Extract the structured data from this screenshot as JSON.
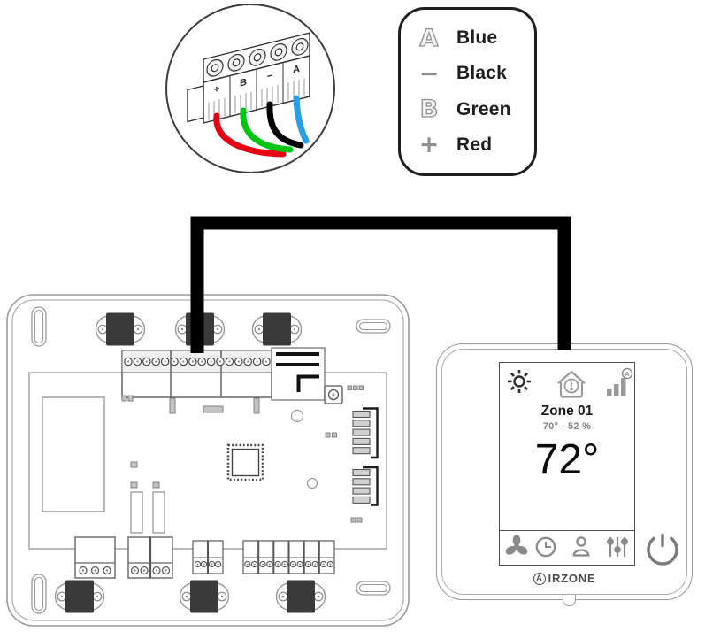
{
  "diagram": {
    "legend": {
      "items": [
        {
          "symbol": "A",
          "label": "Blue"
        },
        {
          "symbol": "−",
          "label": "Black"
        },
        {
          "symbol": "B",
          "label": "Green"
        },
        {
          "symbol": "+",
          "label": "Red"
        }
      ]
    },
    "connector_inset": {
      "terminal_labels": [
        "+",
        "B",
        "−",
        "A"
      ],
      "wire_colors": {
        "red": "#e60012",
        "green": "#00c613",
        "black": "#000000",
        "blue": "#2b9fe6"
      }
    },
    "cable_color": "#000000"
  },
  "thermostat": {
    "zone_label": "Zone 01",
    "setpoint_line": "70° - 52 %",
    "temperature": "72°",
    "brand_circle_letter": "A",
    "brand_rest": "IRZONE"
  }
}
